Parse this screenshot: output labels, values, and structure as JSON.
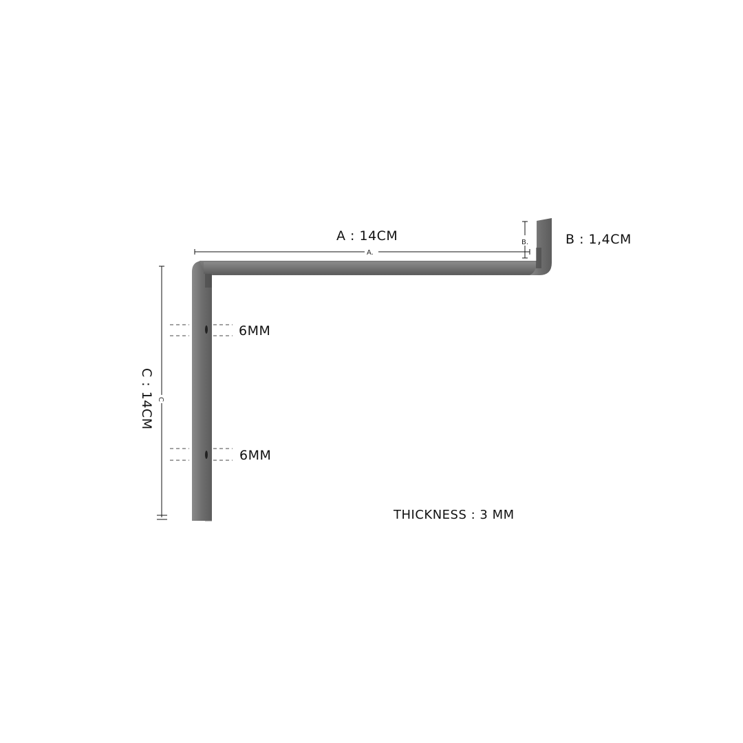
{
  "diagram": {
    "title": "L-shaped shelf bracket with lip",
    "dimensions": {
      "a_label": "A : 14CM",
      "a_marker": "A.",
      "b_label": "B  : 1,4CM",
      "b_marker": "B.",
      "c_label": "C : 14CM",
      "c_marker": "C"
    },
    "holes": [
      {
        "label": "6MM"
      },
      {
        "label": "6MM"
      }
    ],
    "thickness_label": "THICKNESS : 3 MM",
    "colors": {
      "metal": "#6f6f6f",
      "metal_dark": "#4a4a4a",
      "line": "#111111"
    }
  }
}
